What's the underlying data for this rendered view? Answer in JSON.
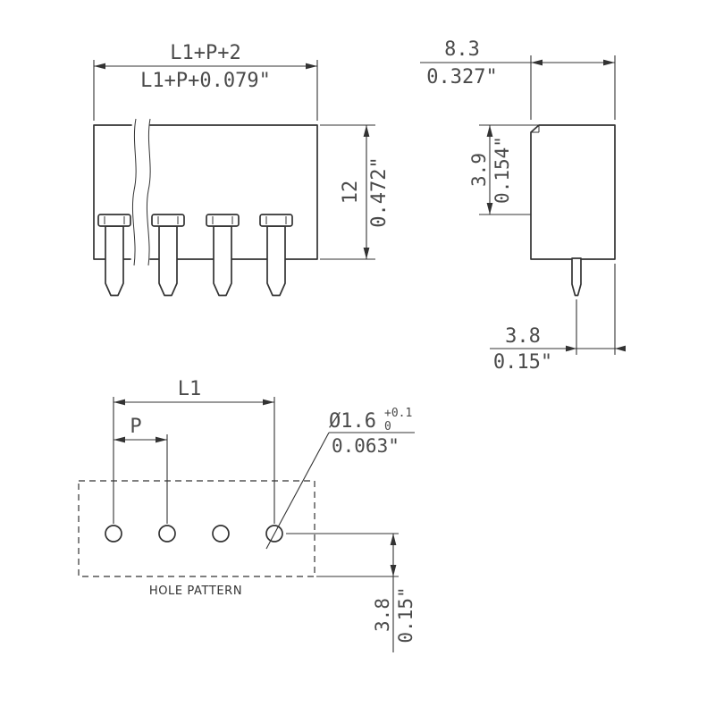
{
  "colors": {
    "line": "#333333",
    "text": "#4a4a4a"
  },
  "front_view": {
    "width_dim_mm": "L1+P+2",
    "width_dim_in": "L1+P+0.079\"",
    "height_dim_mm": "12",
    "height_dim_in": "0.472\""
  },
  "side_view": {
    "depth_dim_mm": "8.3",
    "depth_dim_in": "0.327\"",
    "face_dim_mm": "3.9",
    "face_dim_in": "0.154\"",
    "pin_offset_dim_mm": "3.8",
    "pin_offset_dim_in": "0.15\""
  },
  "hole_pattern": {
    "caption": "HOLE PATTERN",
    "span_dim": "L1",
    "pitch_dim": "P",
    "hole_dia_mm": "Ø1.6",
    "hole_dia_tol_upper": "+0.1",
    "hole_dia_tol_lower": "0",
    "hole_dia_in": "0.063\"",
    "row_offset_dim_mm": "3.8",
    "row_offset_dim_in": "0.15\""
  }
}
